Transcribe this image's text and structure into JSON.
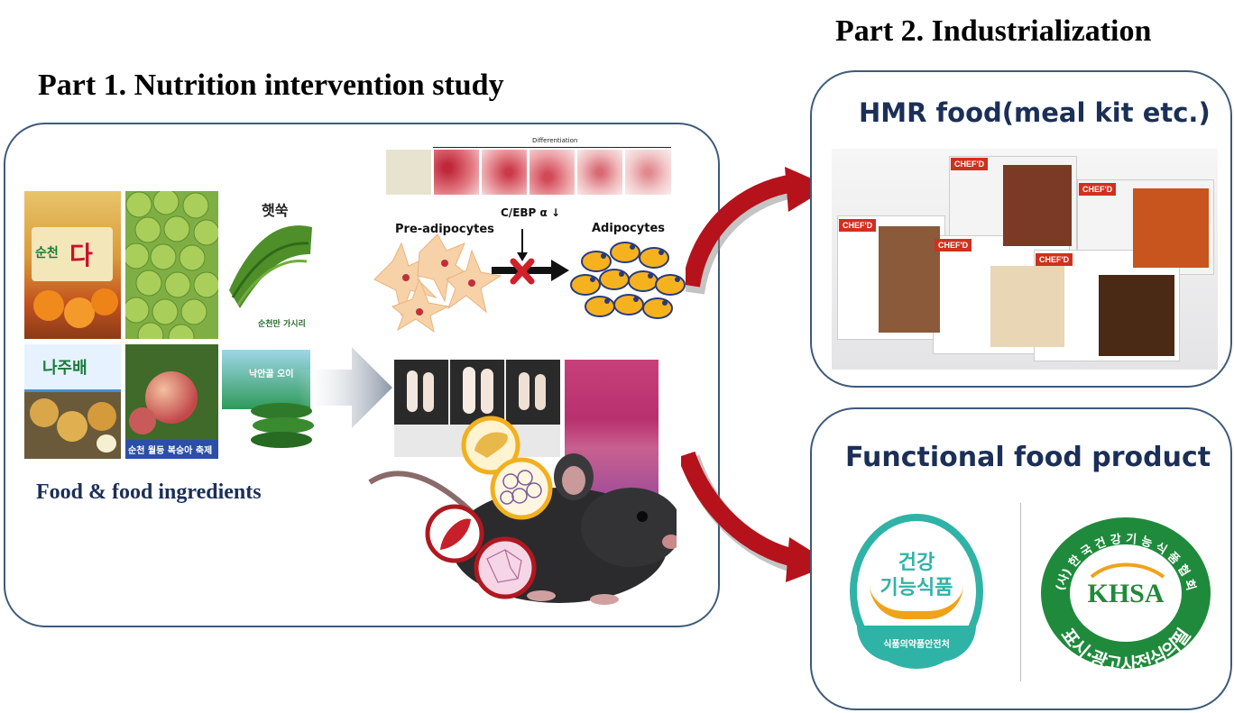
{
  "part1": {
    "title": "Part 1. Nutrition intervention study",
    "caption": "Food & food ingredients",
    "food_labels": {
      "box_top": "순천",
      "box_top_big": "다",
      "herb_label": "햇쑥",
      "herb_sub": "순천만 가시리",
      "pear_box": "나주배",
      "peach_banner": "순천 월등 복숭아 축제",
      "cucumber_box": "낙안골 오이"
    },
    "diagram": {
      "differentiation_label": "Differentiation",
      "pre_adipocytes": "Pre-adipocytes",
      "adipocytes": "Adipocytes",
      "marker": "C/EBP α",
      "marker_arrow": "↓"
    }
  },
  "part2": {
    "title": "Part 2. Industrialization",
    "hmr": {
      "title": "HMR food(meal kit etc.)",
      "brand": "CHEF'D"
    },
    "functional": {
      "title": "Functional food product",
      "mark1_line1": "건강",
      "mark1_line2": "기능식품",
      "mark1_ribbon": "식품의약품안전처",
      "mark2_top_text": "(사) 한 국 건 강 기 능 식 품 협 회",
      "mark2_center": "KHSA",
      "mark2_bottom_text": "표시·광고사전심의필"
    }
  },
  "colors": {
    "panel_border": "#3e5a7a",
    "title_blue": "#1b2f57",
    "arrow_red": "#b5121b",
    "mark_green": "#1f8a3c",
    "mark_teal": "#2fb3a6",
    "mark_orange": "#f0a21a"
  }
}
